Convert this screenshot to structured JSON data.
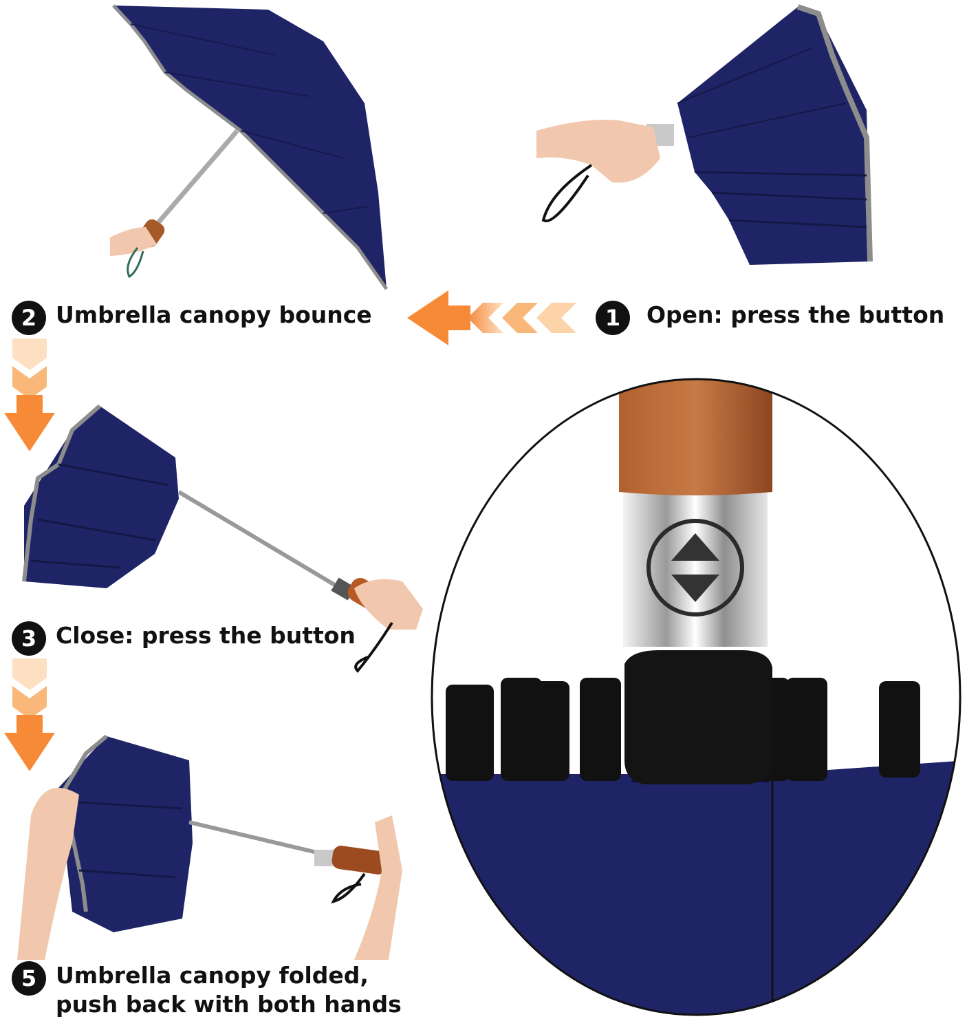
{
  "steps": [
    {
      "number": "1",
      "text": "Open: press the button"
    },
    {
      "number": "2",
      "text": "Umbrella canopy bounce"
    },
    {
      "number": "3",
      "text": "Close: press the button"
    },
    {
      "number": "5",
      "text_line1": "Umbrella canopy folded,",
      "text_line2": "push back with both hands"
    }
  ],
  "colors": {
    "canopy": "#1f2466",
    "canopy_dark": "#141846",
    "trim": "#8d8d8d",
    "arrow": "#f5923b",
    "handle_wood": "#a65a2a",
    "chrome": "#c9c9c9"
  },
  "icons": {
    "arrow_left": "arrow-left-icon",
    "arrow_down": "arrow-down-icon",
    "button": "up-down-button-icon"
  }
}
